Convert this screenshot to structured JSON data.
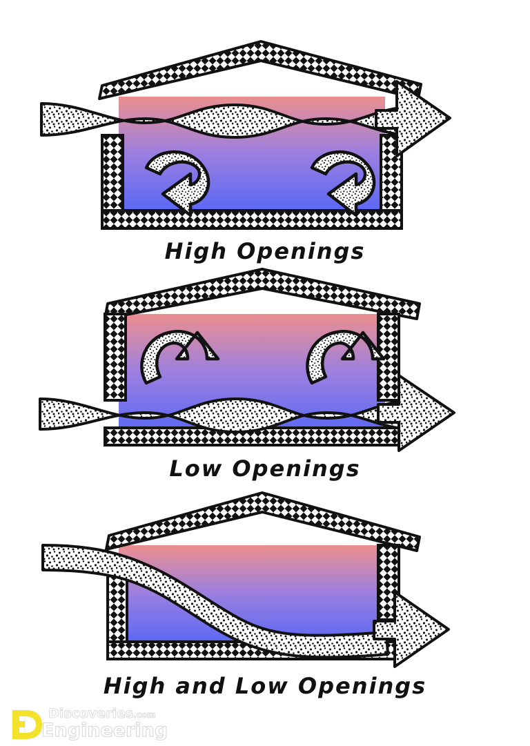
{
  "document": {
    "title": "Natural Ventilation Openings Diagram",
    "background_color": "#ffffff"
  },
  "palette": {
    "gradient_top": "#ec8f8f",
    "gradient_mid": "#9a7fe0",
    "gradient_bottom": "#5566f5",
    "ink": "#111111",
    "paper": "#ffffff",
    "logo_yellow": "#f2e229",
    "watermark_text": "#f7f7f7"
  },
  "diagrams": [
    {
      "id": "high-openings",
      "caption": "High Openings",
      "roof": "gable-hatched",
      "opening_position": "high",
      "airflow": "wavy horizontal band crossing just under the roof",
      "inlet_side": "left",
      "outlet_side": "right",
      "outlet_marker": "large stippled arrow pointing right",
      "recirculation_arrows": 2,
      "recirculation_direction": "clockwise-down",
      "gradient_warm_zone": "top",
      "gradient_cool_zone": "bottom"
    },
    {
      "id": "low-openings",
      "caption": "Low Openings",
      "roof": "gable-hatched",
      "opening_position": "low",
      "airflow": "wavy horizontal band crossing near the floor",
      "inlet_side": "left",
      "outlet_side": "right",
      "outlet_marker": "large stippled arrow pointing right",
      "recirculation_arrows": 2,
      "recirculation_direction": "counterclockwise-up",
      "gradient_warm_zone": "top",
      "gradient_cool_zone": "bottom"
    },
    {
      "id": "high-and-low-openings",
      "caption": "High and Low Openings",
      "roof": "gable-hatched",
      "opening_position": "high inlet, low outlet",
      "airflow": "diagonal S-curved band sweeping from high-left to low-right",
      "inlet_side": "left",
      "outlet_side": "right",
      "outlet_marker": "large stippled arrow pointing right",
      "recirculation_arrows": 0,
      "gradient_warm_zone": "top",
      "gradient_cool_zone": "bottom"
    }
  ],
  "watermark": {
    "monogram": "ED",
    "site": "Discoveries",
    "tld": ".com",
    "brand": "Engineering"
  }
}
